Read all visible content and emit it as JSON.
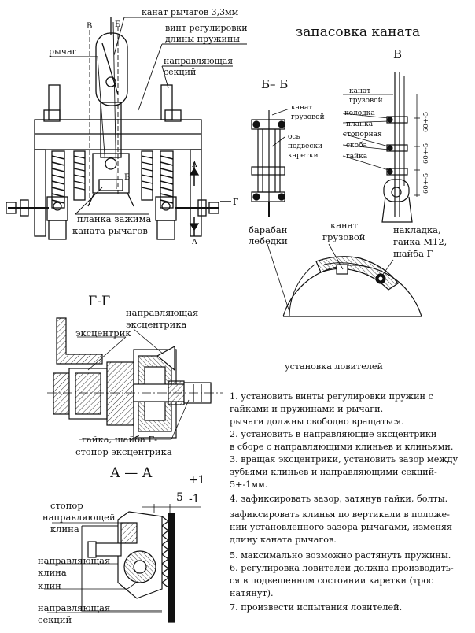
{
  "labels": {
    "kanat_rychagov": "канат рычагов 3,3мм",
    "vint_1": "винт регулировки",
    "vint_2": "длины пружины",
    "rychag": "рычаг",
    "napr_sek_1": "направляющая",
    "napr_sek_2": "секций",
    "cut_b": "Б",
    "cut_v": "В",
    "cut_a": "А",
    "cut_g": "Г",
    "planka_1": "планка зажима",
    "planka_2": "каната рычагов",
    "title_zapasovka": "запасовка каната",
    "view_v": "В",
    "view_bb": "Б– Б",
    "bb_kanat_1": "канат",
    "bb_kanat_2": "грузовой",
    "bb_os_1": "ось",
    "bb_os_2": "подвески",
    "bb_os_3": "каретки",
    "v_kanat_1": "канат",
    "v_kanat_2": "грузовой",
    "v_kolodka": "колодка",
    "v_planka": "планка",
    "v_stopornaya": "стопорная",
    "v_skoba": "скоба",
    "v_gaika": "гайка",
    "v_dim_1": "60+-5",
    "v_dim_2": "60+-5",
    "v_dim_3": "60+-5",
    "baraban_1": "барабан",
    "baraban_2": "лебедки",
    "kgr_1": "канат",
    "kgr_2": "грузовой",
    "nakl_1": "накладка,",
    "nakl_2": "гайка М12,",
    "nakl_3": "шайба Г",
    "view_gg": "Г-Г",
    "gg_napr_1": "направляющая",
    "gg_napr_2": "эксцентрика",
    "gg_ekscentrik": "эксцентрик",
    "gg_gaika_1": "гайка, шайба Г-",
    "gg_gaika_2": "стопор эксцентрика",
    "view_aa": "А — А",
    "aa_plus": "+1",
    "aa_five": "5",
    "aa_minus": "-1",
    "aa_stopor_1": "стопор",
    "aa_stopor_2": "направляющей",
    "aa_stopor_3": "клина",
    "aa_napr_1": "направляющая",
    "aa_napr_2": "клина",
    "aa_klin": "клин",
    "aa_napr_s_1": "направляющая",
    "aa_napr_s_2": "секций"
  },
  "instructions": {
    "title": "установка ловителей",
    "steps": [
      "1. установить винты регулировки пружин с",
      "гайками и пружинами и рычаги.",
      "рычаги должны свободно вращаться.",
      "2. установить в направляющие эксцентрики",
      "в сборе с направляющими клиньев и клиньями.",
      "3. вращая эксцентрики, установить зазор между",
      "зубьями клиньев и направляющими секций-",
      "5+-1мм.",
      "4. зафиксировать зазор, затянув гайки, болты.",
      "зафиксировать клинья по вертикали в положе-",
      "нии установленного зазора рычагами, изменяя",
      "длину каната рычагов.",
      "5. максимально возможно растянуть пружины.",
      "6. регулировка ловителей должна производить-",
      "ся в подвешенном состоянии каретки (трос",
      "натянут).",
      "7. произвести испытания ловителей."
    ]
  },
  "colors": {
    "ink": "#111111",
    "paper": "#ffffff",
    "hatch": "#333333"
  }
}
